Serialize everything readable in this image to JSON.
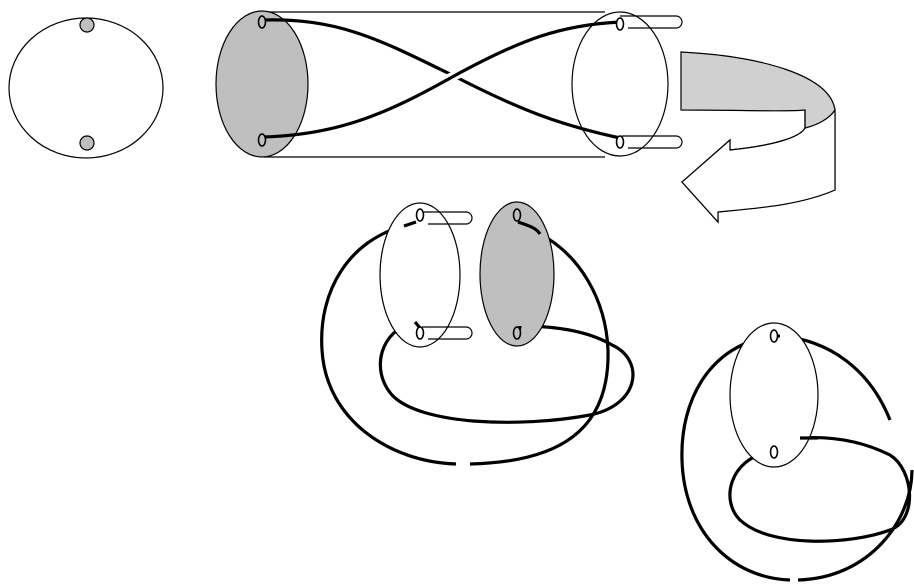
{
  "colors": {
    "background": "#ffffff",
    "stroke": "#000000",
    "shaded_disk": "#bfbfbf",
    "hole_fill": "#bfbfbf",
    "hole_outline": "#ffffff",
    "arrow_band_fill": "#d0d0d0"
  },
  "figure": {
    "panels": [
      {
        "name": "cross-section",
        "description_visible": false
      },
      {
        "name": "twisted-tube-with-end-disks"
      },
      {
        "name": "curved-return-arrow"
      },
      {
        "name": "disks-brought-together-knotted-loop"
      },
      {
        "name": "final-single-disk-knotted-loop"
      }
    ]
  }
}
